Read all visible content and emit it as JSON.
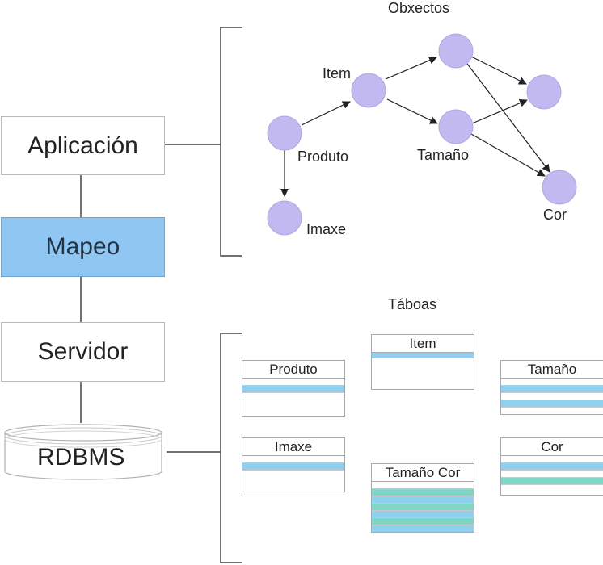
{
  "layers": {
    "aplicacion": "Aplicación",
    "mapeo": "Mapeo",
    "servidor": "Servidor",
    "rdbms": "RDBMS"
  },
  "objects": {
    "title": "Obxectos",
    "nodes": {
      "item": "Item",
      "produto": "Produto",
      "tamano": "Tamaño",
      "imaxe": "Imaxe",
      "cor": "Cor"
    }
  },
  "tables": {
    "title": "Táboas",
    "produto": "Produto",
    "item": "Item",
    "tamano": "Tamaño",
    "imaxe": "Imaxe",
    "tamano_cor": "Tamaño Cor",
    "cor": "Cor"
  },
  "colors": {
    "node_fill": "#c2b9f0",
    "mapeo_fill": "#8fc7f2",
    "row_blue": "#8fd0ee",
    "row_green": "#7fd6c6"
  }
}
